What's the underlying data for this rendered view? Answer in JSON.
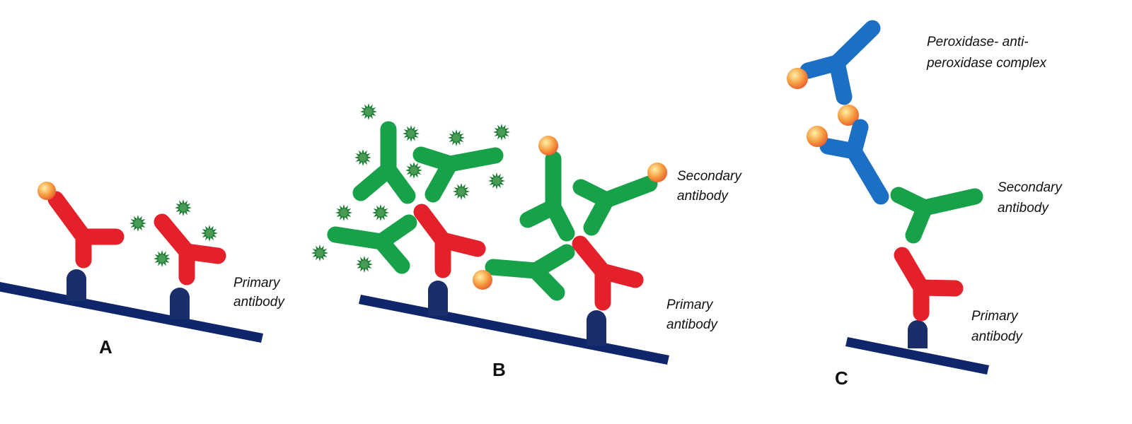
{
  "colors": {
    "surface": "#10266b",
    "anchor": "#1a2e6a",
    "primary_antibody": "#e4202a",
    "secondary_antibody": "#17a24a",
    "pap_antibody": "#1b6fc4",
    "enzyme_bead": "#f6a043",
    "fluorophore": "#1f7d35",
    "label_text": "#111111"
  },
  "panels": {
    "a": {
      "letter": "A",
      "primary_label": [
        "Primary",
        "antibody"
      ]
    },
    "b": {
      "letter": "B",
      "secondary_label": [
        "Secondary",
        "antibody"
      ],
      "primary_label": [
        "Primary",
        "antibody"
      ]
    },
    "c": {
      "letter": "C",
      "pap_label": [
        "Peroxidase- anti-",
        "peroxidase complex"
      ],
      "secondary_label": [
        "Secondary",
        "antibody"
      ],
      "primary_label": [
        "Primary",
        "antibody"
      ]
    }
  }
}
